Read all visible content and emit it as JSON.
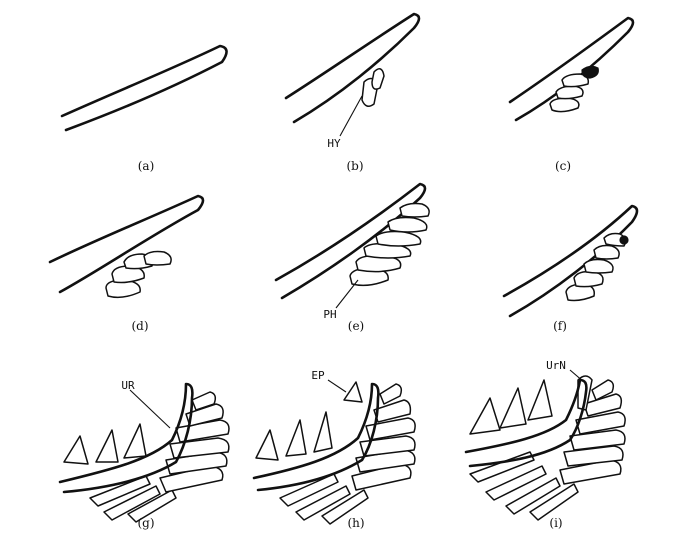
{
  "panels": [
    {
      "id": "a",
      "caption": "(a)"
    },
    {
      "id": "b",
      "caption": "(b)"
    },
    {
      "id": "c",
      "caption": "(c)"
    },
    {
      "id": "d",
      "caption": "(d)"
    },
    {
      "id": "e",
      "caption": "(e)"
    },
    {
      "id": "f",
      "caption": "(f)"
    },
    {
      "id": "g",
      "caption": "(g)"
    },
    {
      "id": "h",
      "caption": "(h)"
    },
    {
      "id": "i",
      "caption": "(i)"
    }
  ],
  "labels": {
    "hy": "HY",
    "ph": "PH",
    "ur": "UR",
    "ep": "EP",
    "urn": "UrN"
  },
  "colors": {
    "ink": "#111111",
    "paper": "#ffffff"
  }
}
